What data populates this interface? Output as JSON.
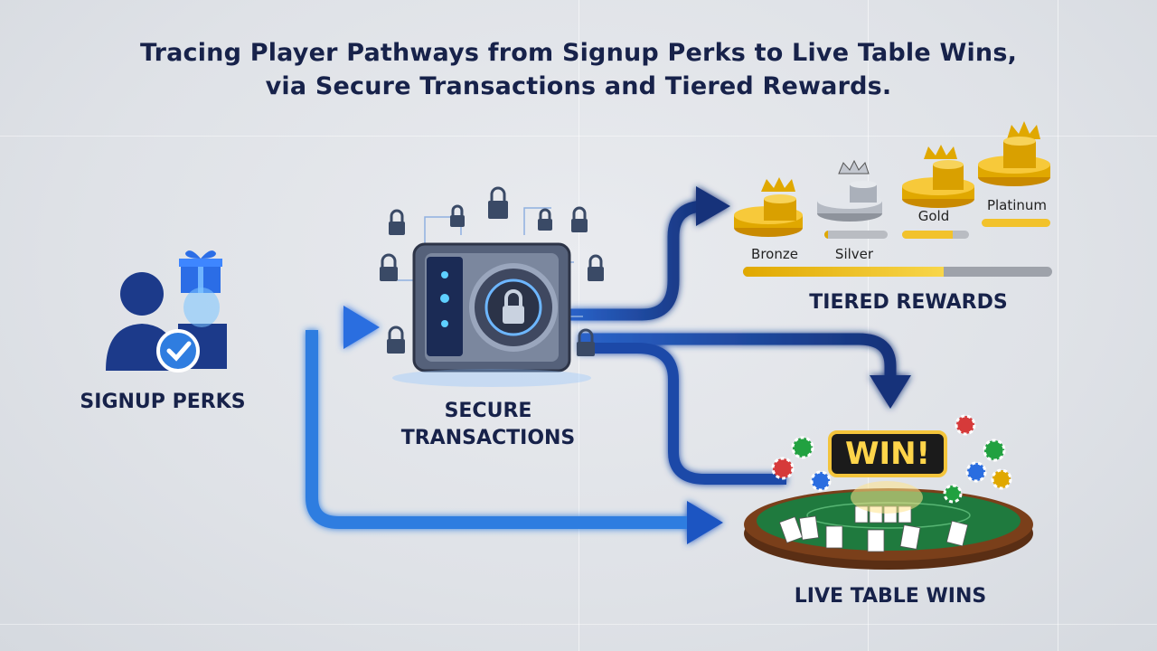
{
  "title": {
    "line1": "Tracing Player Pathways from Signup Perks to Live Table Wins,",
    "line2": "via Secure Transactions and Tiered Rewards."
  },
  "nodes": {
    "signup": {
      "label": "SIGNUP PERKS",
      "icons": [
        "user-icon",
        "gift-icon",
        "checkmark-icon"
      ]
    },
    "secure": {
      "label_line1": "SECURE",
      "label_line2": "TRANSACTIONS",
      "icons": [
        "vault-icon",
        "padlock-icon",
        "circuit-icon"
      ]
    },
    "rewards": {
      "label": "TIERED REWARDS",
      "tiers": [
        {
          "name": "Bronze",
          "progress": 0.0
        },
        {
          "name": "Silver",
          "progress": 0.05
        },
        {
          "name": "Gold",
          "progress": 0.75
        },
        {
          "name": "Platinum",
          "progress": 1.0
        }
      ],
      "overall_progress": 0.65
    },
    "live": {
      "label": "LIVE TABLE WINS",
      "badge": "WIN!",
      "icons": [
        "poker-table-icon",
        "playing-card-icon",
        "casino-chip-icon"
      ]
    }
  },
  "flows": [
    {
      "from": "Signup Perks",
      "to": "Secure Transactions"
    },
    {
      "from": "Signup Perks",
      "to": "Live Table Wins"
    },
    {
      "from": "Secure Transactions",
      "to": "Tiered Rewards"
    },
    {
      "from": "Secure Transactions",
      "to": "Live Table Wins"
    }
  ],
  "colors": {
    "title": "#17224a",
    "flow_light": "#2f7de0",
    "flow_dark": "#1a3d8c",
    "gold": "#e0a800",
    "table_felt": "#1f7a3e"
  }
}
